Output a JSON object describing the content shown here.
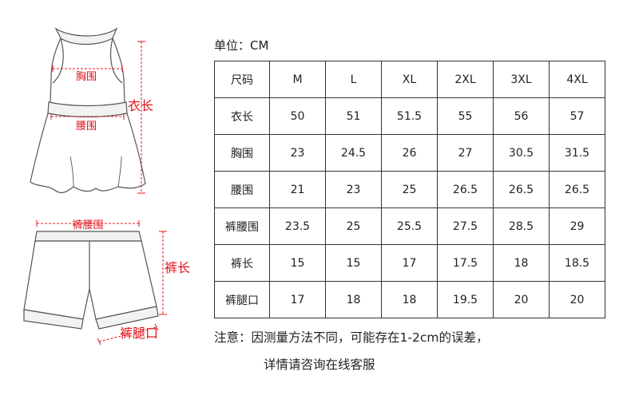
{
  "diagram": {
    "top_labels": {
      "bust": "胸围",
      "waist": "腰围",
      "length": "衣长"
    },
    "bottom_labels": {
      "waist": "裤腰围",
      "length": "裤长",
      "leg_opening": "裤腿口"
    },
    "colors": {
      "measure_line": "#e0141e",
      "outline": "#555555",
      "band_fill": "#f2f2f2"
    }
  },
  "unit": "单位：CM",
  "table": {
    "header": [
      "尺码",
      "M",
      "L",
      "XL",
      "2XL",
      "3XL",
      "4XL"
    ],
    "rows": [
      {
        "label": "衣长",
        "values": [
          "50",
          "51",
          "51.5",
          "55",
          "56",
          "57"
        ]
      },
      {
        "label": "胸围",
        "values": [
          "23",
          "24.5",
          "26",
          "27",
          "30.5",
          "31.5"
        ]
      },
      {
        "label": "腰围",
        "values": [
          "21",
          "23",
          "25",
          "26.5",
          "26.5",
          "26.5"
        ]
      },
      {
        "label": "裤腰围",
        "values": [
          "23.5",
          "25",
          "25.5",
          "27.5",
          "28.5",
          "29"
        ]
      },
      {
        "label": "裤长",
        "values": [
          "15",
          "15",
          "17",
          "17.5",
          "18",
          "18.5"
        ]
      },
      {
        "label": "裤腿口",
        "values": [
          "17",
          "18",
          "18",
          "19.5",
          "20",
          "20"
        ]
      }
    ]
  },
  "note": {
    "line1": "注意：因测量方法不同，可能存在1-2cm的误差，",
    "line2": "详情请咨询在线客服"
  }
}
